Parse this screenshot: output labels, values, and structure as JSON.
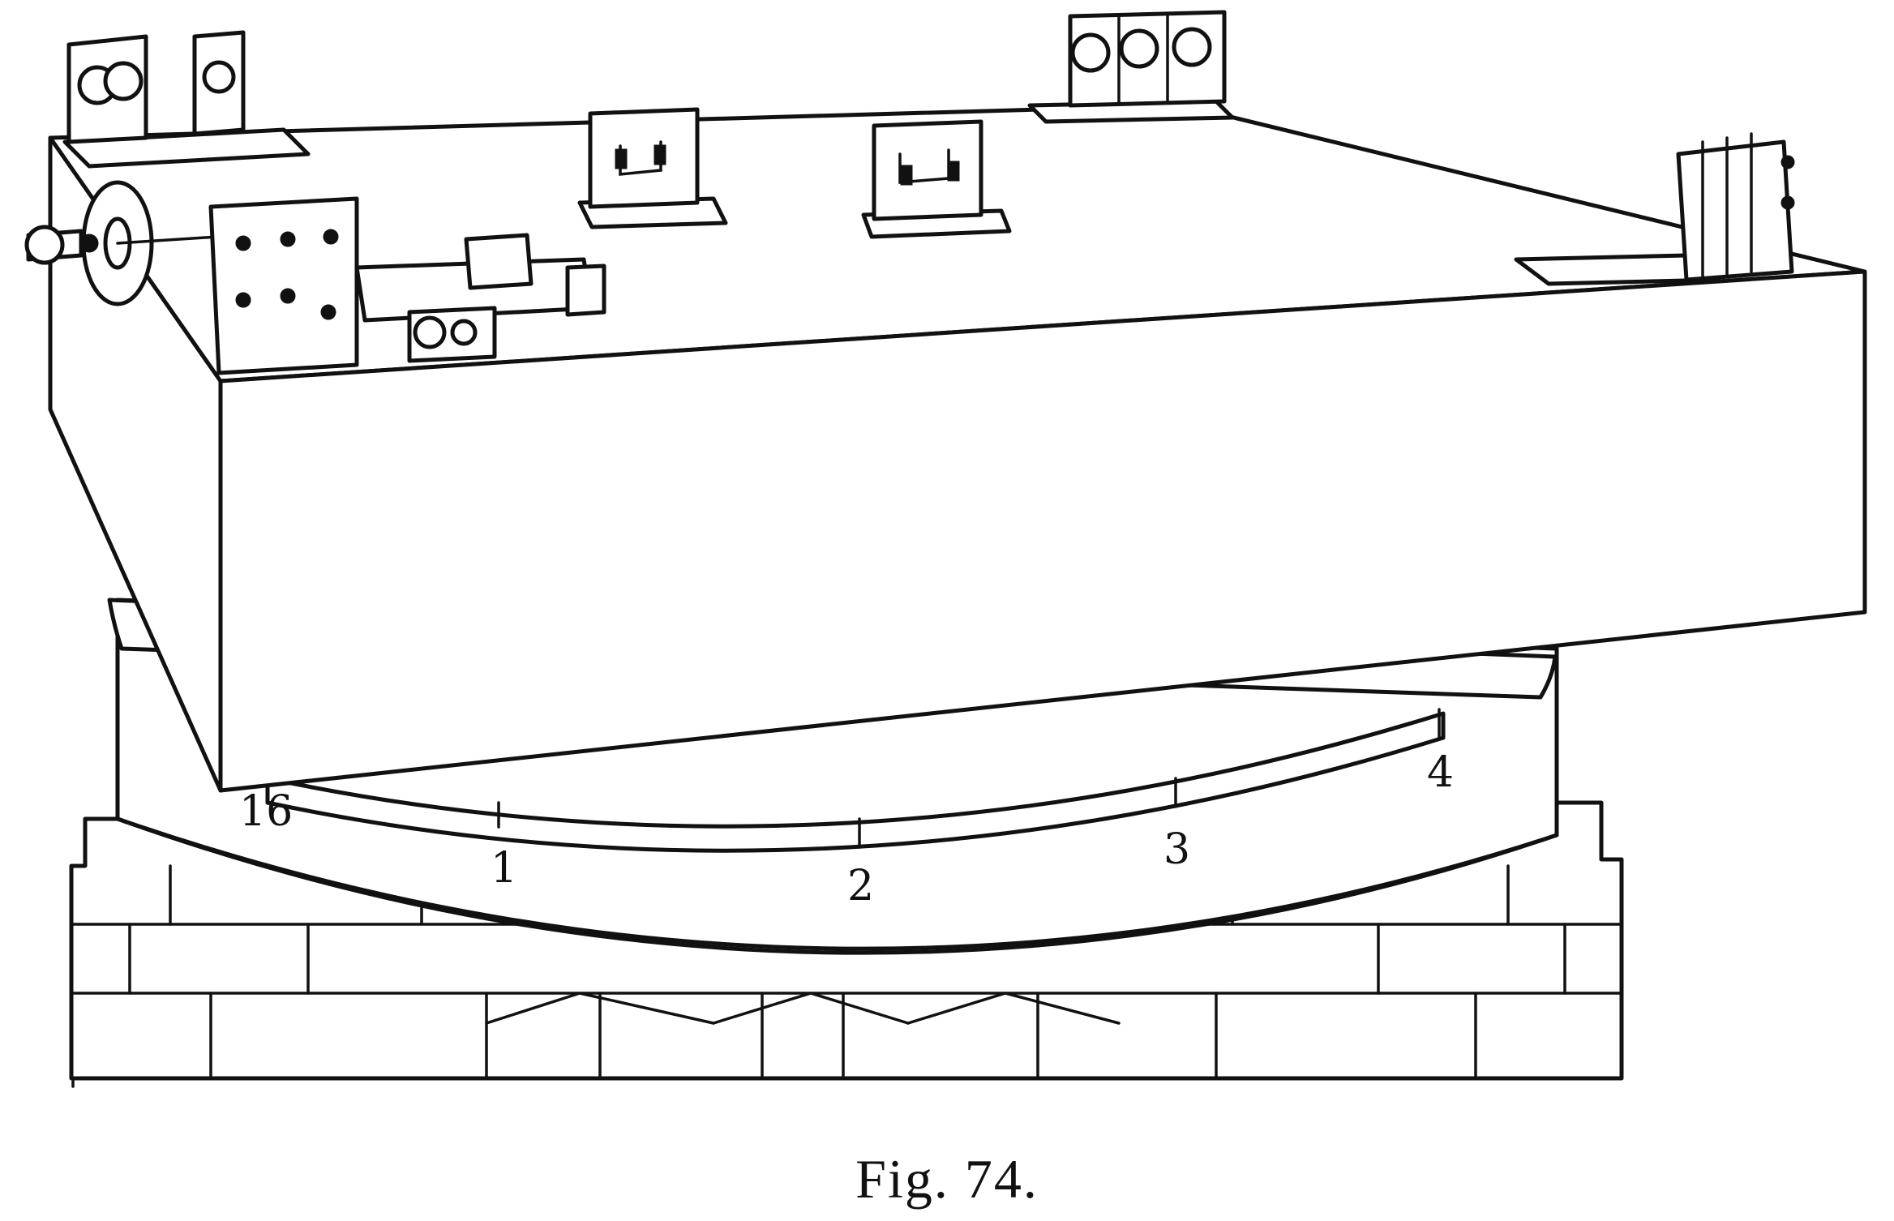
{
  "caption": "Fig. 74.",
  "scale_labels": [
    "16",
    "1",
    "2",
    "3",
    "4"
  ]
}
